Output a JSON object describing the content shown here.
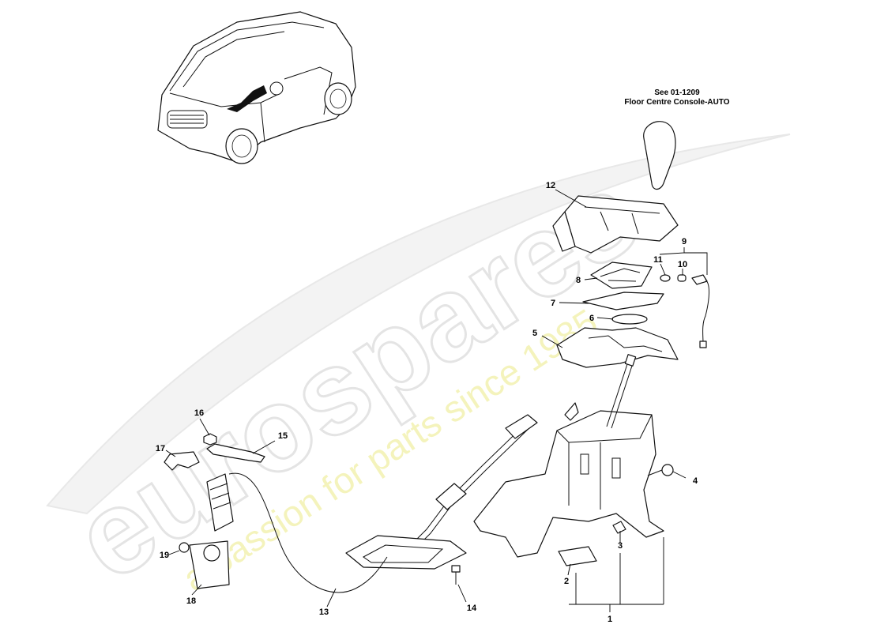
{
  "reference_note": {
    "line1": "See 01-1209",
    "line2": "Floor Centre Console-AUTO"
  },
  "callouts": [
    {
      "id": "1",
      "label": "1"
    },
    {
      "id": "2",
      "label": "2"
    },
    {
      "id": "3",
      "label": "3"
    },
    {
      "id": "4",
      "label": "4"
    },
    {
      "id": "5",
      "label": "5"
    },
    {
      "id": "6",
      "label": "6"
    },
    {
      "id": "7",
      "label": "7"
    },
    {
      "id": "8",
      "label": "8"
    },
    {
      "id": "9",
      "label": "9"
    },
    {
      "id": "10",
      "label": "10"
    },
    {
      "id": "11",
      "label": "11"
    },
    {
      "id": "12",
      "label": "12"
    },
    {
      "id": "13",
      "label": "13"
    },
    {
      "id": "14",
      "label": "14"
    },
    {
      "id": "15",
      "label": "15"
    },
    {
      "id": "16",
      "label": "16"
    },
    {
      "id": "17",
      "label": "17"
    },
    {
      "id": "18",
      "label": "18"
    },
    {
      "id": "19",
      "label": "19"
    }
  ],
  "watermark": {
    "brand": "eurospares",
    "tagline": "a passion for parts since 1985"
  }
}
